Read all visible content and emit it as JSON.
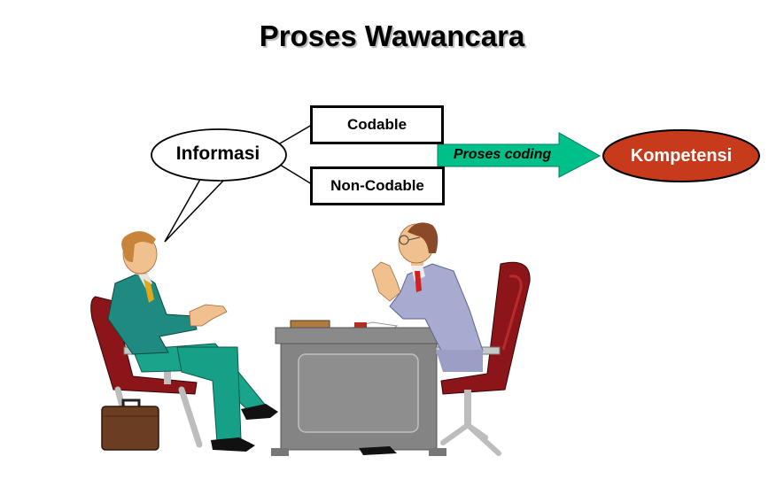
{
  "title": "Proses Wawancara",
  "nodes": {
    "informasi": "Informasi",
    "codable": "Codable",
    "non_codable": "Non-Codable",
    "process": "Proses coding",
    "kompetensi": "Kompetensi"
  },
  "colors": {
    "arrow": "#00c08a",
    "kompetensi_fill": "#c83a1c",
    "chair": "#8b1518",
    "desk": "#848484",
    "left_suit": "#1f8a80",
    "right_suit": "#a7abcf",
    "briefcase": "#6b3e24"
  }
}
